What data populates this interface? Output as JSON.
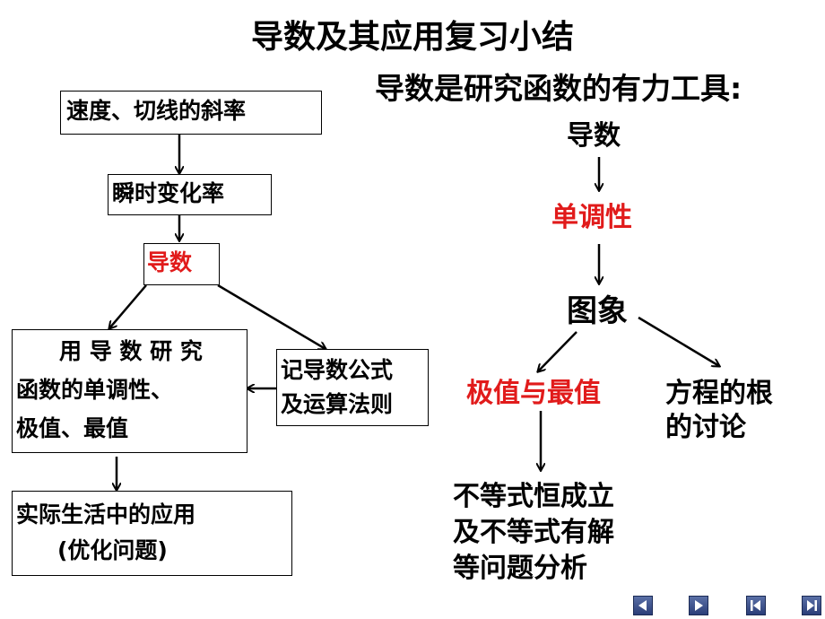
{
  "title": "导数及其应用复习小结",
  "subtitle": "导数是研究函数的有力工具:",
  "left_flow": {
    "box1": "速度、切线的斜率",
    "box2": "瞬时变化率",
    "box3": "导数",
    "box4_line1": "用 导 数 研 究",
    "box4_line2": "函数的单调性、",
    "box4_line3": "极值、最值",
    "box5_line1": "记导数公式",
    "box5_line2": "及运算法则",
    "box6_line1": "实际生活中的应用",
    "box6_line2": "(优化问题)"
  },
  "right_flow": {
    "derivative": "导数",
    "monotonicity": "单调性",
    "graph": "图象",
    "extrema": "极值与最值",
    "roots_line1": "方程的根",
    "roots_line2": "的讨论",
    "ineq_line1": "不等式恒成立",
    "ineq_line2": "及不等式有解",
    "ineq_line3": "等问题分析"
  },
  "colors": {
    "highlight": "#e11b1b",
    "nav": "#2b3e78"
  },
  "nav_icons": [
    "prev-icon",
    "next-icon",
    "first-icon",
    "last-icon"
  ]
}
